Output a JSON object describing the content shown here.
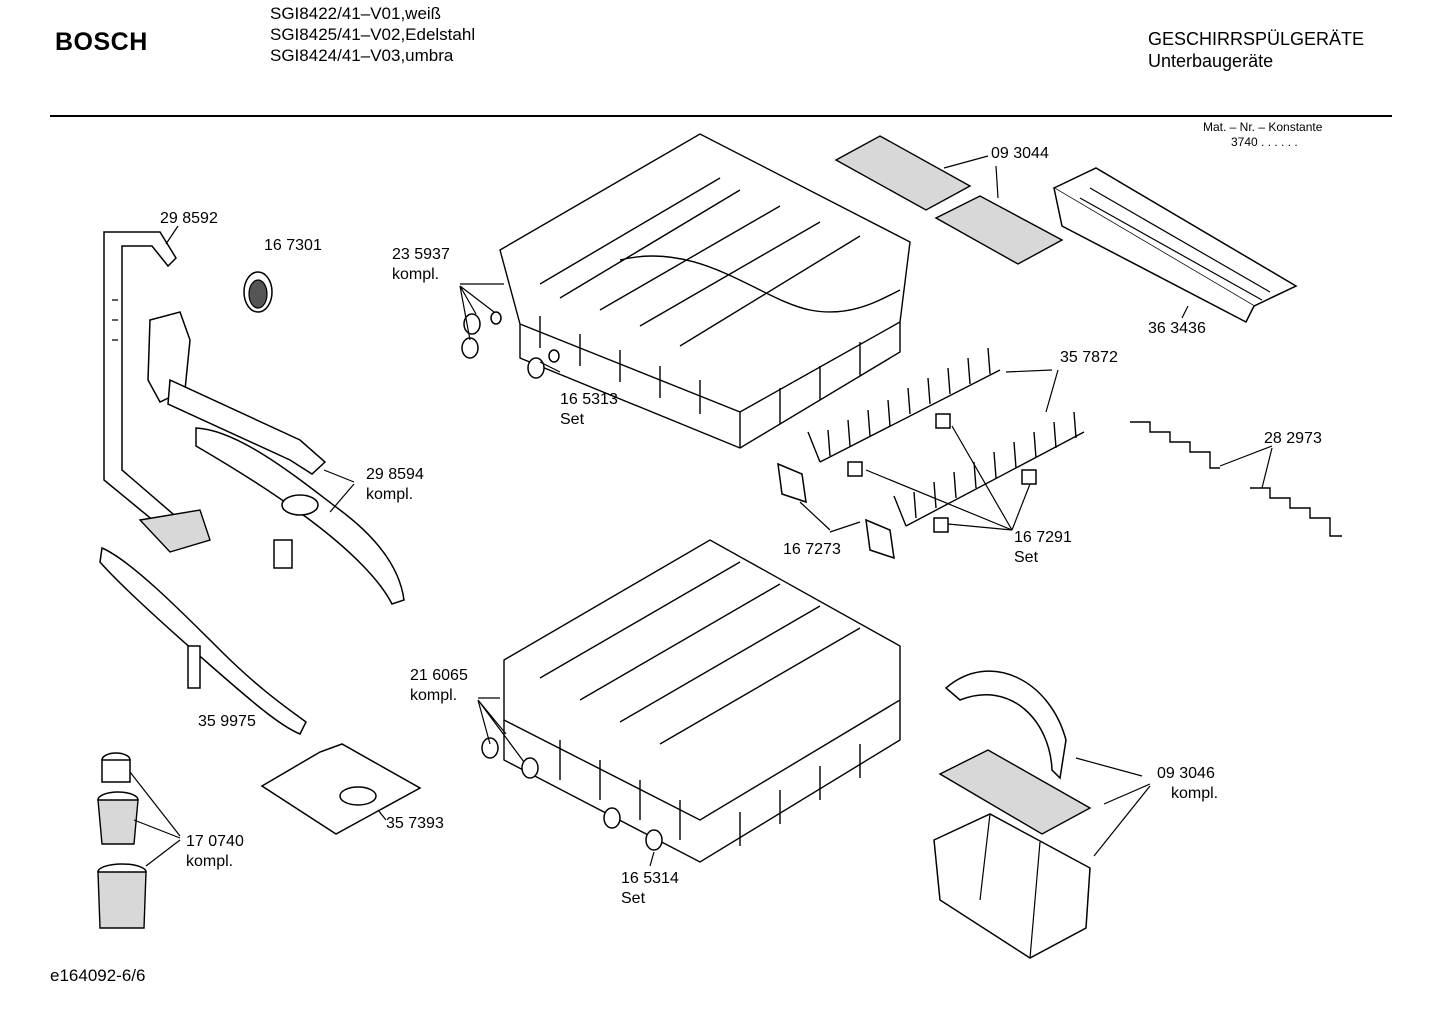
{
  "header": {
    "brand": "BOSCH",
    "models": [
      "SGI8422/41–V01,weiß",
      "SGI8425/41–V02,Edelstahl",
      "SGI8424/41–V03,umbra"
    ],
    "category": "GESCHIRRSPÜLGERÄTE",
    "subcategory": "Unterbaugeräte",
    "mat_nr_label": "Mat. – Nr. – Konstante",
    "mat_nr_value": "3740  .  .    .  .  .  ."
  },
  "parts": [
    {
      "number": "29 8592",
      "note": ""
    },
    {
      "number": "16 7301",
      "note": ""
    },
    {
      "number": "23 5937",
      "note": "kompl."
    },
    {
      "number": "16 5313",
      "note": "Set"
    },
    {
      "number": "09 3044",
      "note": ""
    },
    {
      "number": "36 3436",
      "note": ""
    },
    {
      "number": "35 7872",
      "note": ""
    },
    {
      "number": "28 2973",
      "note": ""
    },
    {
      "number": "29 8594",
      "note": "kompl."
    },
    {
      "number": "16 7273",
      "note": ""
    },
    {
      "number": "16 7291",
      "note": "Set"
    },
    {
      "number": "35 9975",
      "note": ""
    },
    {
      "number": "21 6065",
      "note": "kompl."
    },
    {
      "number": "09 3046",
      "note": "kompl."
    },
    {
      "number": "35 7393",
      "note": ""
    },
    {
      "number": "17 0740",
      "note": "kompl."
    },
    {
      "number": "16 5314",
      "note": "Set"
    }
  ],
  "footer": {
    "drawing_id": "e164092-6/6"
  }
}
